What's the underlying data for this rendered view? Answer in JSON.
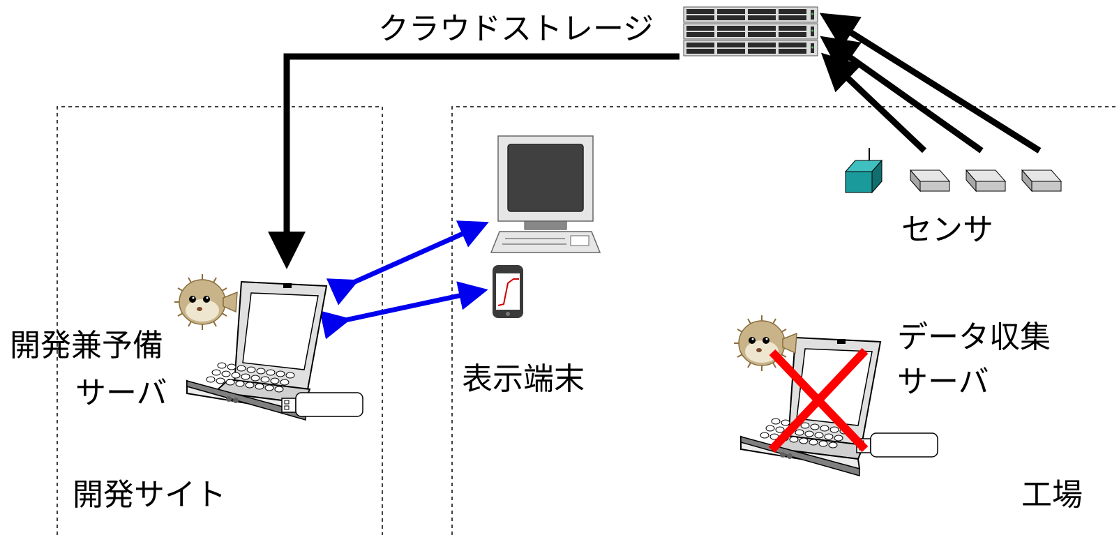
{
  "labels": {
    "cloud_storage": "クラウドストレージ",
    "dev_backup_server_line1": "開発兼予備",
    "dev_backup_server_line2": "サーバ",
    "display_terminal": "表示端末",
    "sensor": "センサ",
    "data_collection_server_line1": "データ収集",
    "data_collection_server_line2": "サーバ",
    "dev_site": "開発サイト",
    "factory": "工場"
  },
  "colors": {
    "arrow_black": "#000000",
    "arrow_blue": "#0000ee",
    "cross_red": "#ff0000",
    "sensor_teal": "#1a9a9a",
    "sensor_gray": "#c8c8c8",
    "fish_tan": "#c9b48a"
  },
  "status": {
    "data_collection_server": "failed (crossed out)"
  }
}
